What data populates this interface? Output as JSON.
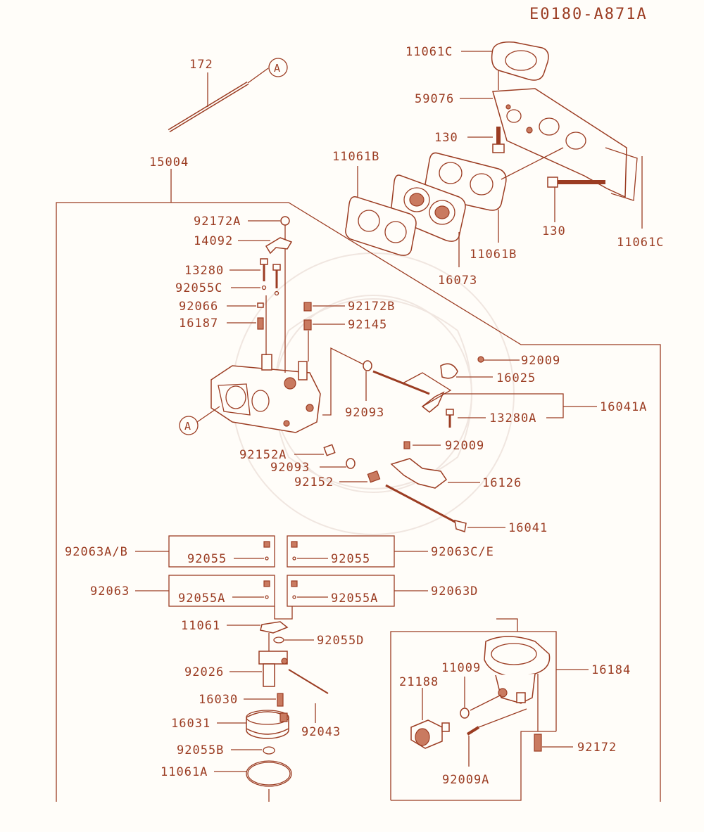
{
  "diagram_code": "E0180-A871A",
  "reference_marker": "A",
  "labels": {
    "l172": "172",
    "l15004": "15004",
    "l11061C_top": "11061C",
    "l59076": "59076",
    "l130_top": "130",
    "l11061B_left": "11061B",
    "l130_bottom": "130",
    "l11061B_bottom": "11061B",
    "l16073": "16073",
    "l11061C_right": "11061C",
    "l92172A": "92172A",
    "l14092": "14092",
    "l13280": "13280",
    "l92055C": "92055C",
    "l92066": "92066",
    "l16187": "16187",
    "l92172B": "92172B",
    "l92145": "92145",
    "l92009_a": "92009",
    "l16025": "16025",
    "l92093_a": "92093",
    "l16041A": "16041A",
    "l13280A": "13280A",
    "l92152A": "92152A",
    "l92009_b": "92009",
    "l92093_b": "92093",
    "l92152": "92152",
    "l16126": "16126",
    "l16041": "16041",
    "l92063AB": "92063A/B",
    "l92055_left": "92055",
    "l92055_right": "92055",
    "l92063CE": "92063C/E",
    "l92063": "92063",
    "l92055A_left": "92055A",
    "l92055A_right": "92055A",
    "l92063D": "92063D",
    "l11061": "11061",
    "l92055D": "92055D",
    "l92026": "92026",
    "l16030": "16030",
    "l16031": "16031",
    "l92043": "92043",
    "l92055B": "92055B",
    "l11061A": "11061A",
    "l11009": "11009",
    "l21188": "21188",
    "l16184": "16184",
    "l92172": "92172",
    "l92009A": "92009A"
  },
  "colors": {
    "line": "#9b3c22",
    "background": "#fffdf9"
  }
}
